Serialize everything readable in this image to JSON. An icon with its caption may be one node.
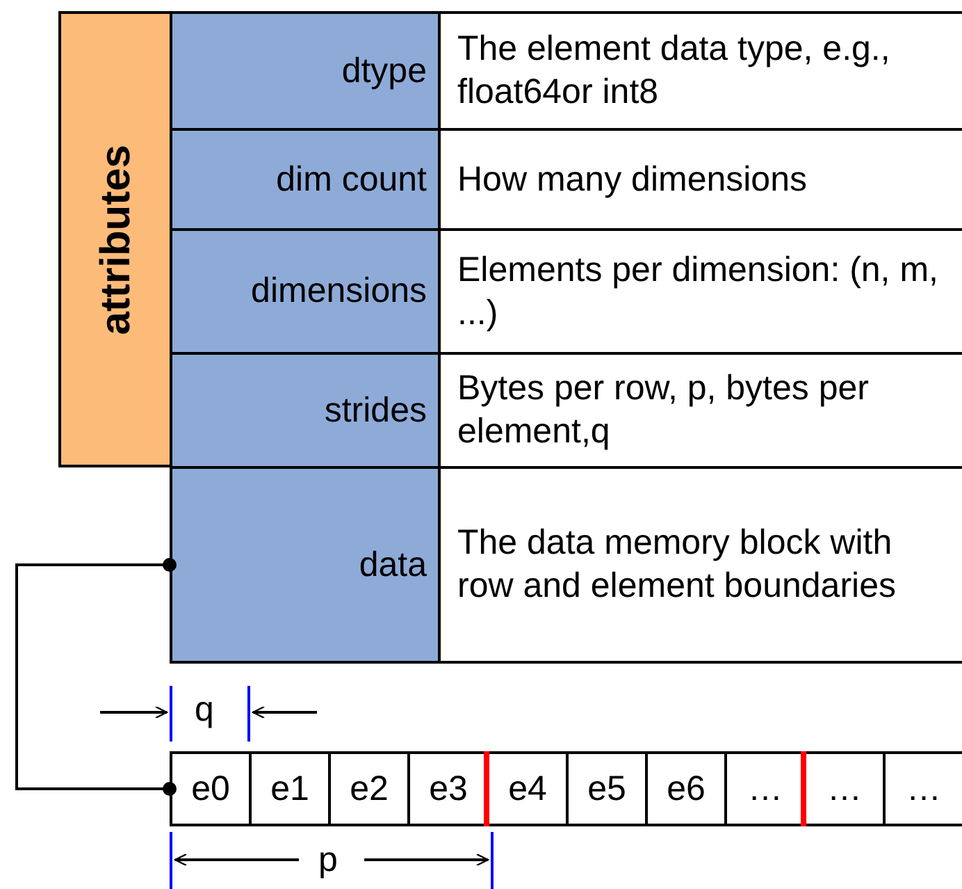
{
  "diagram": {
    "nodes": [
      {
        "text": [
          "attributes"
        ]
      },
      {
        "text": [
          "dtype"
        ]
      },
      {
        "text": [
          "The element data type, e.g., float64or int8"
        ]
      },
      {
        "text": [
          "dim count"
        ]
      },
      {
        "text": [
          "How many dimensions"
        ]
      },
      {
        "text": [
          "dimensions"
        ]
      },
      {
        "text": [
          "Elements per dimension: (n, m, ...)"
        ]
      },
      {
        "text": [
          "strides"
        ]
      },
      {
        "text": [
          "Bytes per row, p, bytes per element,q"
        ]
      },
      {
        "text": [
          "data"
        ]
      },
      {
        "text": [
          "The data memory block with row and element boundaries"
        ]
      },
      {
        "text": [
          "e0"
        ]
      },
      {
        "text": [
          "e1"
        ]
      },
      {
        "text": [
          "e2"
        ]
      },
      {
        "text": [
          "e3"
        ]
      },
      {
        "text": [
          "e4"
        ]
      },
      {
        "text": [
          "e5"
        ]
      },
      {
        "text": [
          "e6"
        ]
      },
      {
        "text": [
          "…"
        ]
      },
      {
        "text": [
          "…"
        ]
      },
      {
        "text": [
          "…"
        ]
      }
    ],
    "edges": [
      {
        "from": 9,
        "to": 11,
        "arrow": "other"
      }
    ],
    "labels": [
      "q",
      "p"
    ]
  }
}
